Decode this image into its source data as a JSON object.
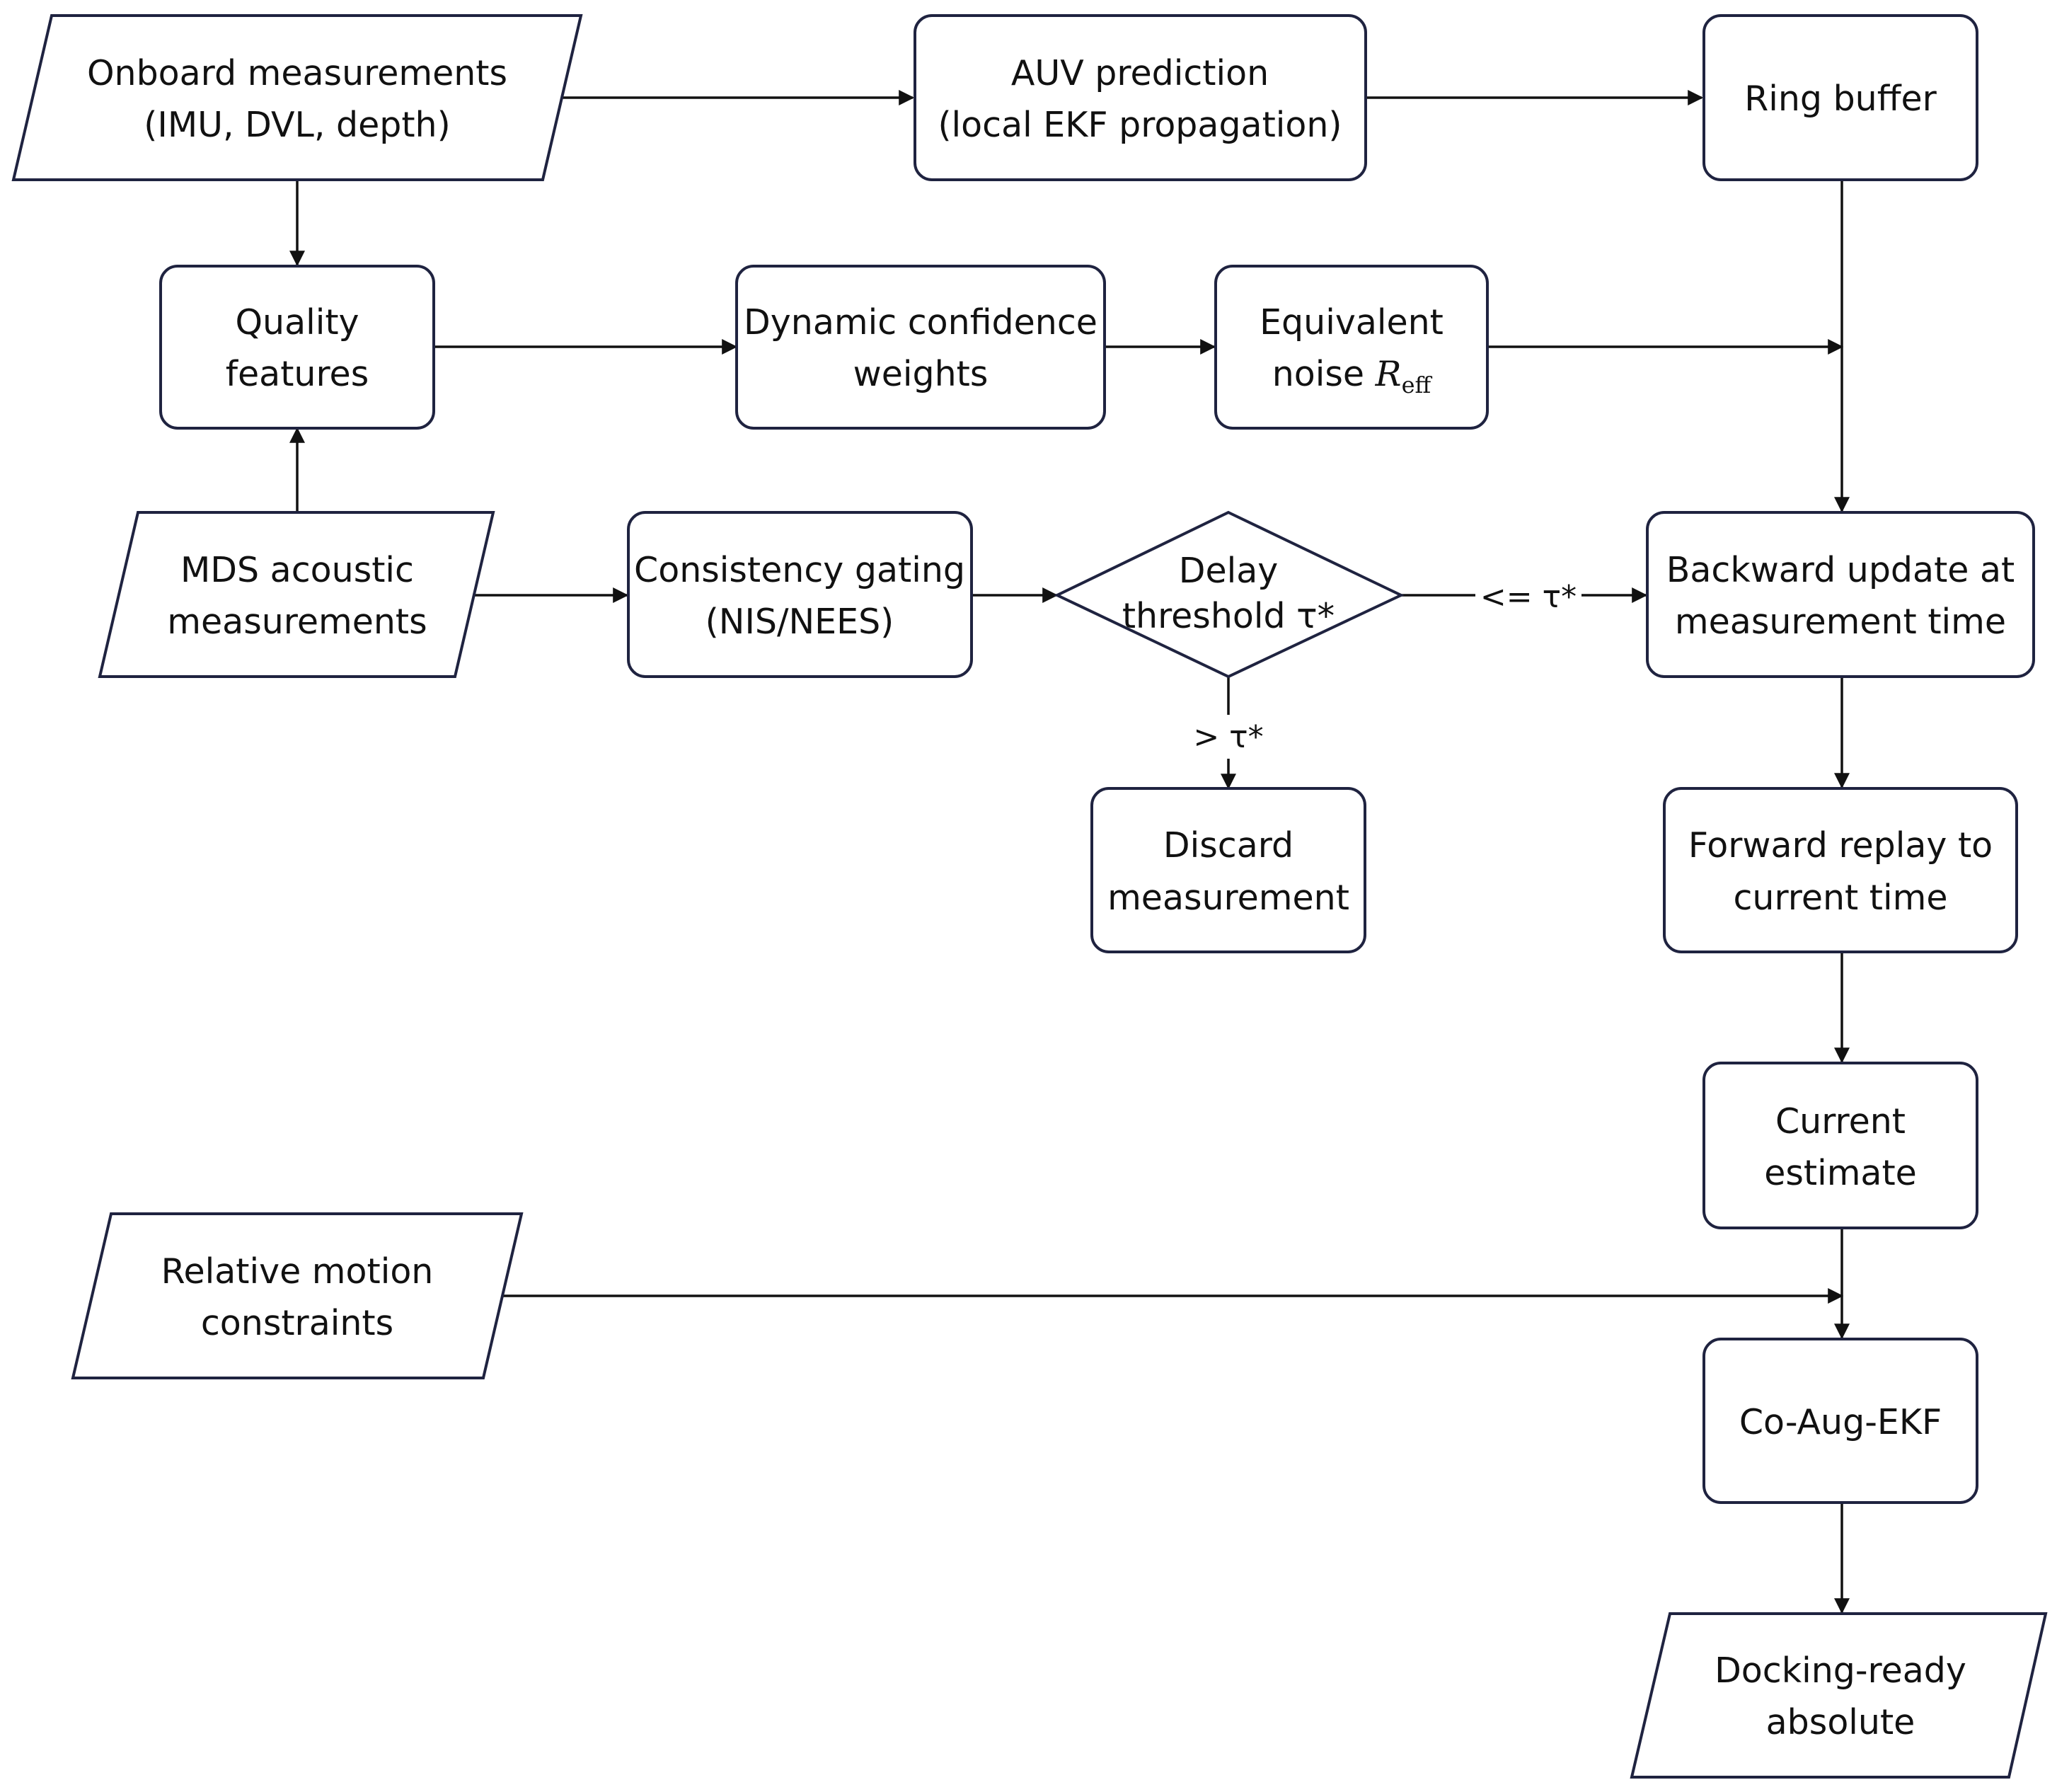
{
  "colors": {
    "stroke": "#1f2340",
    "text": "#111111",
    "background": "#ffffff"
  },
  "nodes": {
    "onboard": {
      "line1": "Onboard measurements",
      "line2": "(IMU, DVL, depth)"
    },
    "auv_prediction": {
      "line1": "AUV prediction",
      "line2": "(local EKF propagation)"
    },
    "ring_buffer": {
      "line1": "Ring buffer"
    },
    "quality_features": {
      "line1": "Quality",
      "line2": "features"
    },
    "dynamic_weights": {
      "line1": "Dynamic confidence",
      "line2": "weights"
    },
    "equivalent_noise": {
      "line1": "Equivalent",
      "line2_prefix": "noise ",
      "symbol": "R",
      "subscript": "eff"
    },
    "mds_acoustic": {
      "line1": "MDS acoustic",
      "line2": "measurements"
    },
    "consistency_gating": {
      "line1": "Consistency gating",
      "line2": "(NIS/NEES)"
    },
    "delay_threshold": {
      "line1": "Delay",
      "line2": "threshold τ*"
    },
    "backward_update": {
      "line1": "Backward update at",
      "line2": "measurement time"
    },
    "discard": {
      "line1": "Discard",
      "line2": "measurement"
    },
    "forward_replay": {
      "line1": "Forward replay to",
      "line2": "current time"
    },
    "current_estimate": {
      "line1": "Current",
      "line2": "estimate"
    },
    "relative_motion": {
      "line1": "Relative motion",
      "line2": "constraints"
    },
    "co_aug_ekf": {
      "line1": "Co-Aug-EKF"
    },
    "docking_ready": {
      "line1": "Docking-ready",
      "line2": "absolute"
    }
  },
  "edge_labels": {
    "le_tau": "<= τ*",
    "gt_tau": "> τ*"
  }
}
